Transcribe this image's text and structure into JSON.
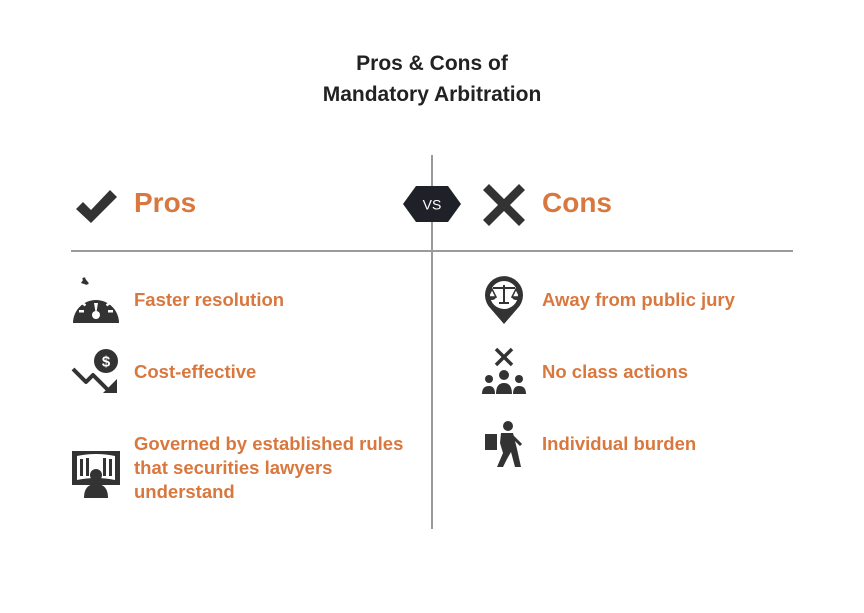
{
  "title": {
    "line1": "Pros & Cons of",
    "line2": "Mandatory Arbitration"
  },
  "vs_label": "VS",
  "colors": {
    "accent": "#D9783E",
    "title": "#222222",
    "icon": "#333333",
    "badge": "#1E2228",
    "divider": "#9A9A9A"
  },
  "pros": {
    "heading": "Pros",
    "icon": "checkmark-icon",
    "items": [
      {
        "text": "Faster resolution",
        "icon": "speedometer-icon"
      },
      {
        "text": "Cost-effective",
        "icon": "falling-cost-icon"
      },
      {
        "text": "Governed by established rules that securities lawyers understand",
        "icon": "rules-reader-icon"
      }
    ]
  },
  "cons": {
    "heading": "Cons",
    "icon": "cross-icon",
    "items": [
      {
        "text": "Away from public jury",
        "icon": "scales-pin-icon"
      },
      {
        "text": "No class actions",
        "icon": "no-group-icon"
      },
      {
        "text": "Individual burden",
        "icon": "person-carrying-icon"
      }
    ]
  }
}
